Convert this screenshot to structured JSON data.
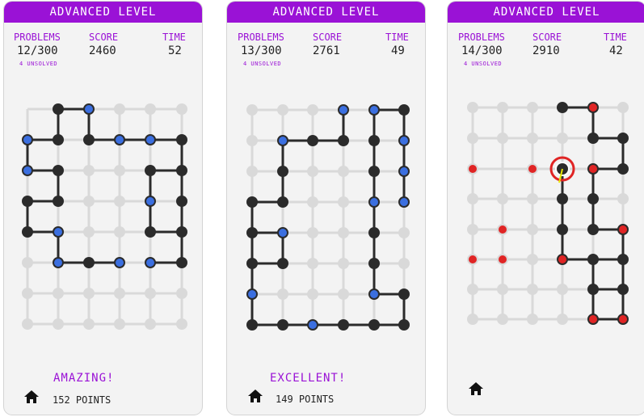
{
  "colors": {
    "accent": "#9a12d6",
    "node_dark": "#2b2b2b",
    "node_blue": "#3b6fe0",
    "node_red": "#e02424",
    "grid": "#d9d9d9"
  },
  "screens": [
    {
      "title": "ADVANCED LEVEL",
      "problems_label": "PROBLEMS",
      "problems": "12/300",
      "score_label": "SCORE",
      "score": "2460",
      "time_label": "TIME",
      "time": "52",
      "unsolved": "4 UNSOLVED",
      "message": "AMAZING!",
      "points": "152 POINTS",
      "home_icon": "home-icon"
    },
    {
      "title": "ADVANCED LEVEL",
      "problems_label": "PROBLEMS",
      "problems": "13/300",
      "score_label": "SCORE",
      "score": "2761",
      "time_label": "TIME",
      "time": "49",
      "unsolved": "4 UNSOLVED",
      "message": "EXCELLENT!",
      "points": "149 POINTS",
      "home_icon": "home-icon"
    },
    {
      "title": "ADVANCED LEVEL",
      "problems_label": "PROBLEMS",
      "problems": "14/300",
      "score_label": "SCORE",
      "score": "2910",
      "time_label": "TIME",
      "time": "42",
      "unsolved": "4 UNSOLVED",
      "message": "",
      "points": "",
      "home_icon": "home-icon"
    }
  ]
}
